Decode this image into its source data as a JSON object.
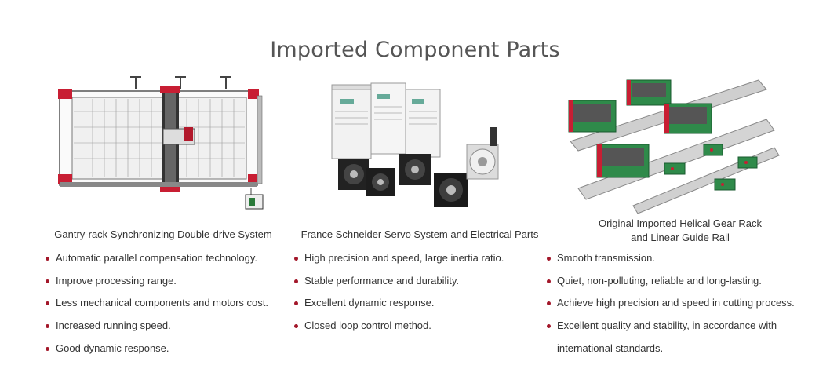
{
  "title": "Imported Component Parts",
  "colors": {
    "bullet": "#a3172a",
    "title": "#555555",
    "text": "#333333"
  },
  "sections": [
    {
      "caption": "Gantry-rack Synchronizing Double-drive System",
      "image_icon": "gantry-machine-image",
      "features": [
        "Automatic parallel compensation technology.",
        "Improve processing range.",
        "Less mechanical components and motors cost.",
        "Increased running speed.",
        "Good dynamic response."
      ]
    },
    {
      "caption": "France Schneider Servo System and Electrical Parts",
      "image_icon": "servo-motor-image",
      "features": [
        "High precision and speed, large inertia ratio.",
        "Stable performance and durability.",
        "Excellent dynamic response.",
        "Closed loop control method."
      ]
    },
    {
      "caption_line1": "Original Imported Helical Gear Rack",
      "caption_line2": "and Linear Guide Rail",
      "image_icon": "linear-guide-rail-image",
      "features": [
        "Smooth transmission.",
        "Quiet, non-polluting, reliable and long-lasting.",
        "Achieve high precision and speed in cutting process.",
        "Excellent quality and stability, in accordance with international standards."
      ]
    }
  ]
}
